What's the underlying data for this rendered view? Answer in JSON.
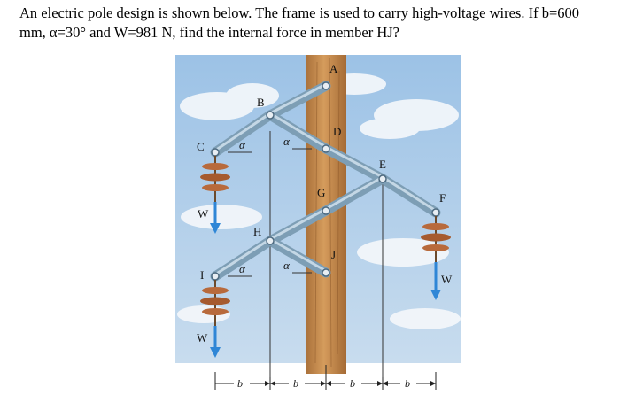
{
  "question": {
    "line1": "An electric pole design is shown below. The frame is used to carry high-voltage wires. If b=600",
    "line2": "mm, α=30° and W=981 N, find the internal force in member HJ?"
  },
  "figure": {
    "points": {
      "A": "A",
      "B": "B",
      "C": "C",
      "D": "D",
      "E": "E",
      "F": "F",
      "G": "G",
      "H": "H",
      "I": "I",
      "J": "J"
    },
    "angle_symbol": "α",
    "load_label": "W",
    "dimension_label": "b"
  },
  "colors": {
    "sky": "#a8c8e6",
    "pole": "#c48a4c",
    "member": "#8fb0c6",
    "load_arrow": "#2f86d6",
    "insulator": "#b86a3c"
  }
}
